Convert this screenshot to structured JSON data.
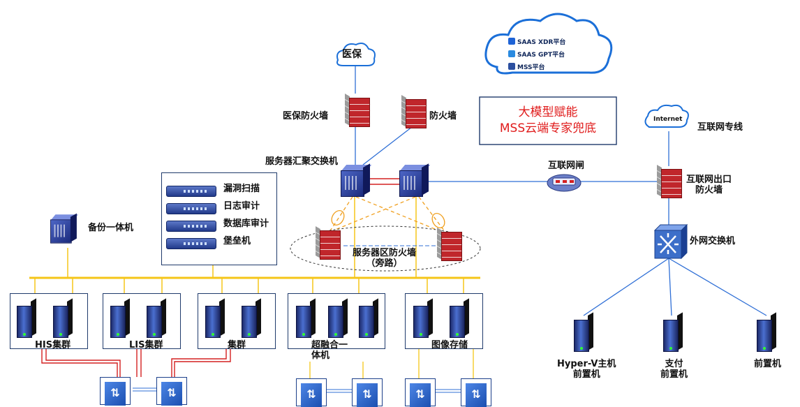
{
  "cloud": {
    "items": [
      {
        "icon": "xdr-icon",
        "label": "SAAS XDR平台",
        "color": "#1e63d6"
      },
      {
        "icon": "gpt-icon",
        "label": "SAAS GPT平台",
        "color": "#2a8ae0"
      },
      {
        "icon": "mss-shield-icon",
        "label": "MSS平台",
        "color": "#2b4fa0"
      }
    ]
  },
  "highlight": {
    "line1": "大模型赋能",
    "line2": "MSS云端专家兜底",
    "color": "#e01b1b"
  },
  "nodes": {
    "yibao_cloud": "医保",
    "yibao_firewall": "医保防火墙",
    "firewall": "防火墙",
    "core_switch": "服务器汇聚交换机",
    "gateway": "互联网闸",
    "internet_cloud": "Internet",
    "internet_line": "互联网专线",
    "internet_firewall": "互联网出口\n防火墙",
    "external_switch": "外网交换机",
    "backup": "备份一体机",
    "dmz_firewall": "服务器区防火墙\n（旁路）"
  },
  "security_tools": [
    "漏洞扫描",
    "日志审计",
    "数据库审计",
    "堡垒机"
  ],
  "clusters": [
    "HIS集群",
    "LIS集群",
    "集群",
    "超融合一\n体机",
    "图像存储"
  ],
  "front_machines": [
    "Hyper-V主机\n前置机",
    "支付\n前置机",
    "前置机"
  ],
  "colors": {
    "bus": "#f5c518",
    "link": "#2f6fd6",
    "redlink": "#d42020",
    "dash": "#f0a020"
  }
}
